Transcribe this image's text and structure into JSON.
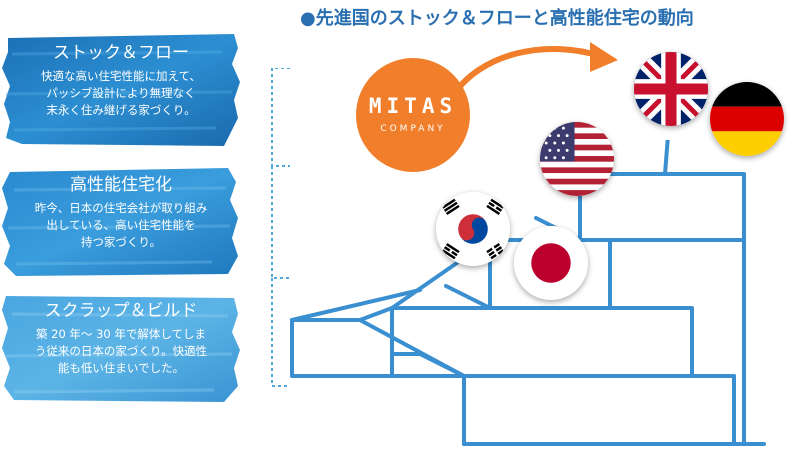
{
  "title": "先進国のストック＆フローと高性能住宅の動向",
  "title_dot": "●",
  "panels": [
    {
      "title": "ストック＆フロー",
      "lines": [
        "快適な高い住宅性能に加えて、",
        "パッシブ設計により無理なく",
        "末永く住み継げる家づくり。"
      ]
    },
    {
      "title": "高性能住宅化",
      "lines": [
        "昨今、日本の住宅会社が取り組み",
        "出している、高い住宅性能を",
        "持つ家づくり。"
      ]
    },
    {
      "title": "スクラップ＆ビルド",
      "lines": [
        "築 20 年～ 30 年で解体してしま",
        "う従来の日本の家づくり。快適性",
        "能も低い住まいでした。"
      ]
    }
  ],
  "logo": {
    "line1": "MITAS",
    "line2": "COMPANY",
    "color": "#f07e2a"
  },
  "flags": [
    "uk-flag-icon",
    "germany-flag-icon",
    "usa-flag-icon",
    "korea-flag-icon",
    "japan-flag-icon"
  ],
  "colors": {
    "accent": "#2a6fb0",
    "stairs": "#3a8fd0",
    "panel": "#1f7fc4",
    "arrow": "#f07e2a"
  }
}
